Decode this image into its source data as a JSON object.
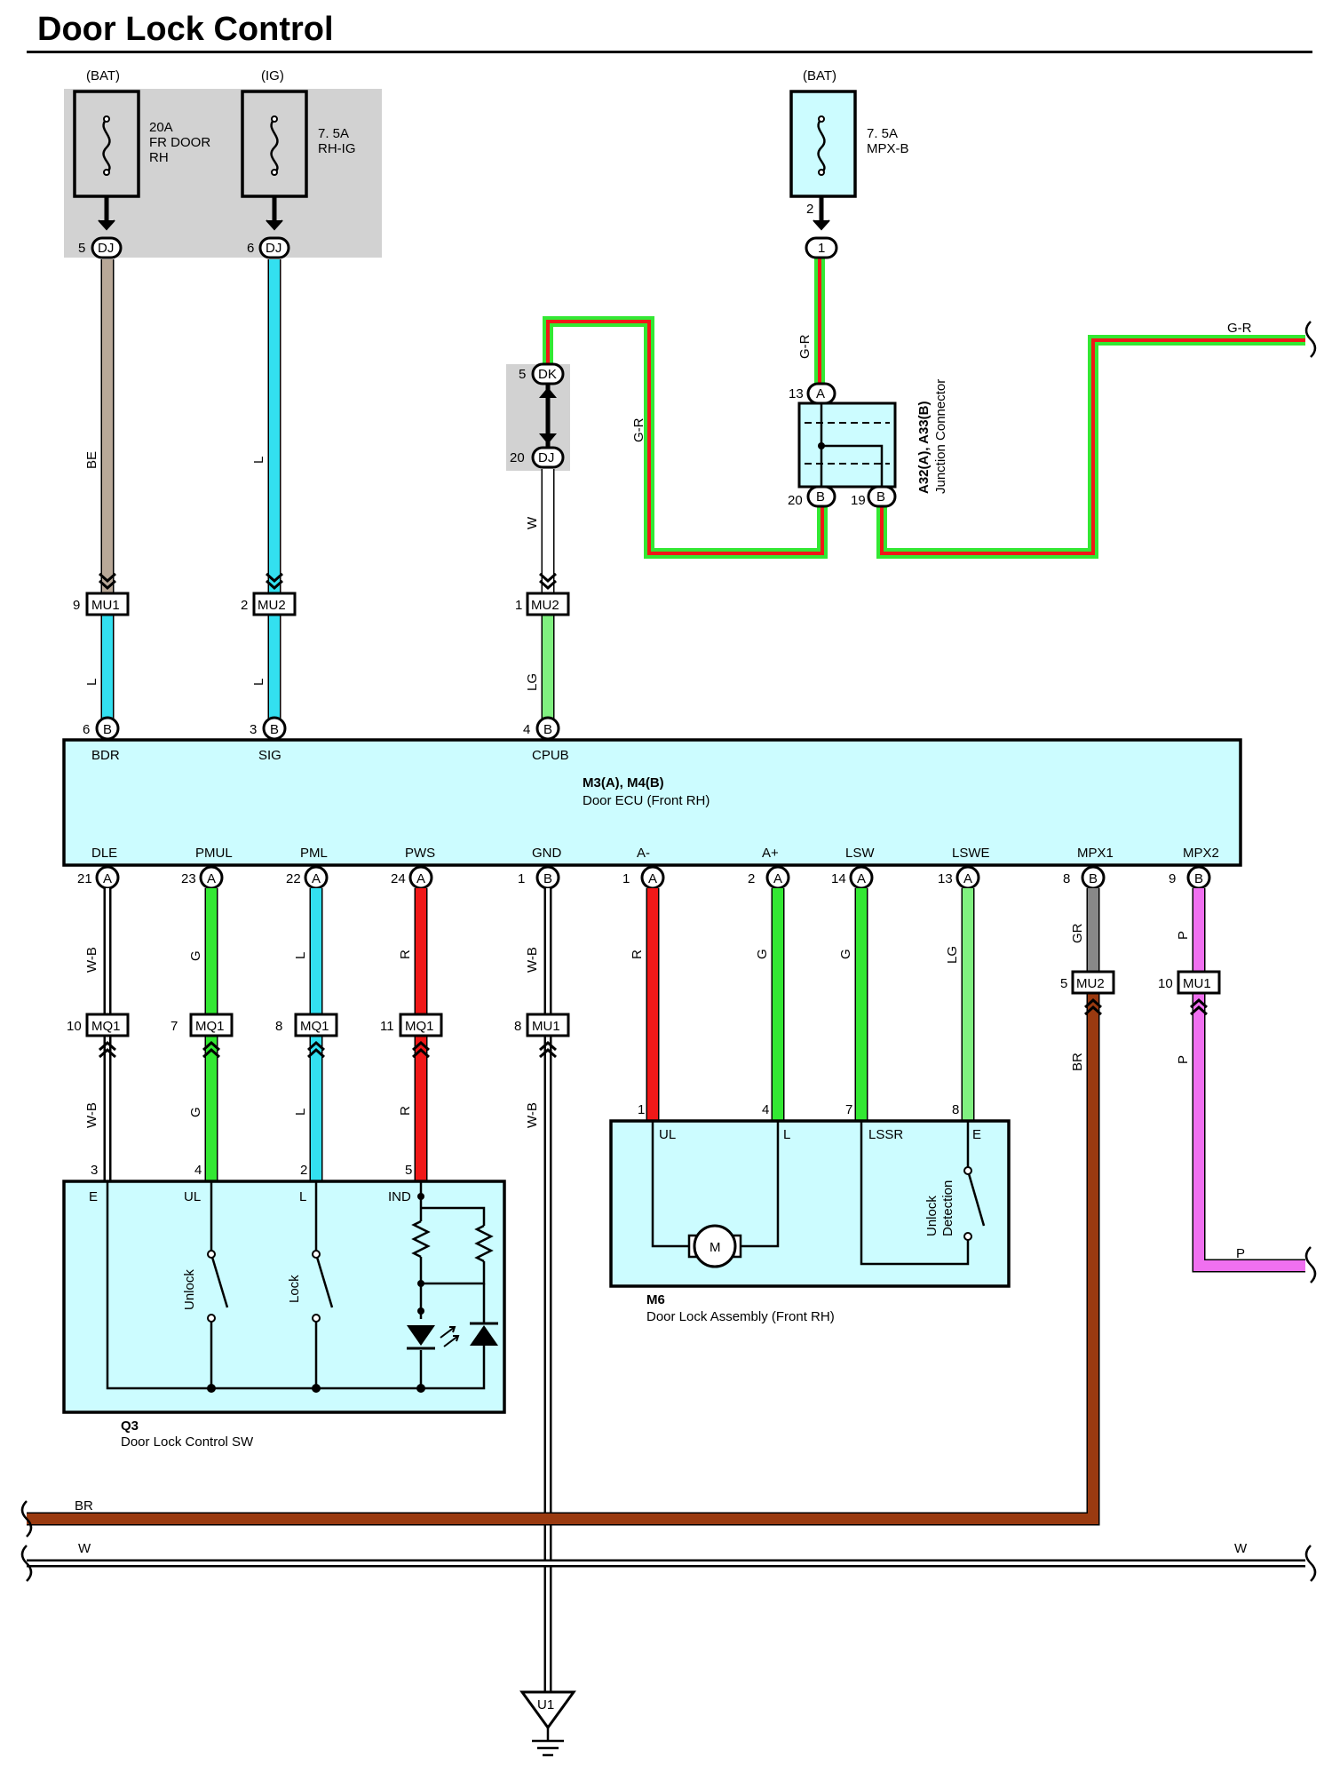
{
  "title": "Door Lock Control",
  "colors": {
    "cyan": "#33e0f0",
    "tan": "#b8a898",
    "green": "#33e833",
    "light_green": "#80f080",
    "red": "#f01818",
    "gray": "#888888",
    "pink": "#f070f0",
    "brown": "#9a3a10",
    "box_fill": "#ccfcff",
    "shade": "#d2d2d2"
  },
  "fuses": {
    "fr_door": {
      "source": "(BAT)",
      "rating": "20A",
      "name1": "FR DOOR",
      "name2": "RH",
      "pin": "5",
      "conn": "DJ"
    },
    "rh_ig": {
      "source": "(IG)",
      "rating": "7. 5A",
      "name1": "RH-IG",
      "pin": "6",
      "conn": "DJ"
    },
    "mpx_b": {
      "source": "(BAT)",
      "rating": "7. 5A",
      "name1": "MPX-B",
      "pin_top": "2",
      "conn": "1"
    }
  },
  "jb": {
    "pin_dk": "5",
    "conn_dk": "DK",
    "pin_dj": "20",
    "conn_dj": "DJ"
  },
  "junction": {
    "name": "A32(A), A33(B)",
    "desc": "Junction Connector",
    "pin_a": "13",
    "conn_a": "A",
    "pin_b1": "20",
    "conn_b1": "B",
    "pin_b2": "19",
    "conn_b2": "B"
  },
  "wires": {
    "be": "BE",
    "l": "L",
    "w": "W",
    "gr_top": "G-R",
    "gr_left": "G-R",
    "gr_right": "G-R",
    "lg": "LG",
    "wb": "W-B",
    "g": "G",
    "r": "R",
    "gr_gray": "GR",
    "p": "P",
    "br": "BR"
  },
  "mu_connectors": {
    "mu1_a": {
      "pin": "9",
      "name": "MU1"
    },
    "mu2_a": {
      "pin": "2",
      "name": "MU2"
    },
    "mu2_b": {
      "pin": "1",
      "name": "MU2"
    },
    "mu2_c": {
      "pin": "5",
      "name": "MU2"
    },
    "mu1_b": {
      "pin": "10",
      "name": "MU1"
    },
    "mu1_gnd": {
      "pin": "8",
      "name": "MU1"
    }
  },
  "mq_connectors": [
    {
      "pin": "10",
      "name": "MQ1"
    },
    {
      "pin": "7",
      "name": "MQ1"
    },
    {
      "pin": "8",
      "name": "MQ1"
    },
    {
      "pin": "11",
      "name": "MQ1"
    }
  ],
  "ecu": {
    "name": "M3(A), M4(B)",
    "desc": "Door ECU (Front RH)",
    "top_pins": [
      {
        "num": "6",
        "conn": "B",
        "label": "BDR"
      },
      {
        "num": "3",
        "conn": "B",
        "label": "SIG"
      },
      {
        "num": "4",
        "conn": "B",
        "label": "CPUB"
      }
    ],
    "bottom_pins": [
      {
        "num": "21",
        "conn": "A",
        "label": "DLE"
      },
      {
        "num": "23",
        "conn": "A",
        "label": "PMUL"
      },
      {
        "num": "22",
        "conn": "A",
        "label": "PML"
      },
      {
        "num": "24",
        "conn": "A",
        "label": "PWS"
      },
      {
        "num": "1",
        "conn": "B",
        "label": "GND"
      },
      {
        "num": "1",
        "conn": "A",
        "label": "A-"
      },
      {
        "num": "2",
        "conn": "A",
        "label": "A+"
      },
      {
        "num": "14",
        "conn": "A",
        "label": "LSW"
      },
      {
        "num": "13",
        "conn": "A",
        "label": "LSWE"
      },
      {
        "num": "8",
        "conn": "B",
        "label": "MPX1"
      },
      {
        "num": "9",
        "conn": "B",
        "label": "MPX2"
      }
    ]
  },
  "q3": {
    "name": "Q3",
    "desc": "Door Lock Control SW",
    "pins": [
      "3",
      "4",
      "2",
      "5"
    ],
    "terminals": [
      "E",
      "UL",
      "L",
      "IND"
    ],
    "unlock": "Unlock",
    "lock": "Lock"
  },
  "m6": {
    "name": "M6",
    "desc": "Door Lock Assembly (Front RH)",
    "pins": [
      "1",
      "4",
      "7",
      "8"
    ],
    "terminals": [
      "UL",
      "L",
      "LSSR",
      "E"
    ],
    "motor": "M",
    "detect1": "Unlock",
    "detect2": "Detection"
  },
  "bus": {
    "br": "BR",
    "w_left": "W",
    "w_right": "W",
    "p": "P",
    "gr": "G-R"
  },
  "ground": {
    "name": "U1"
  }
}
